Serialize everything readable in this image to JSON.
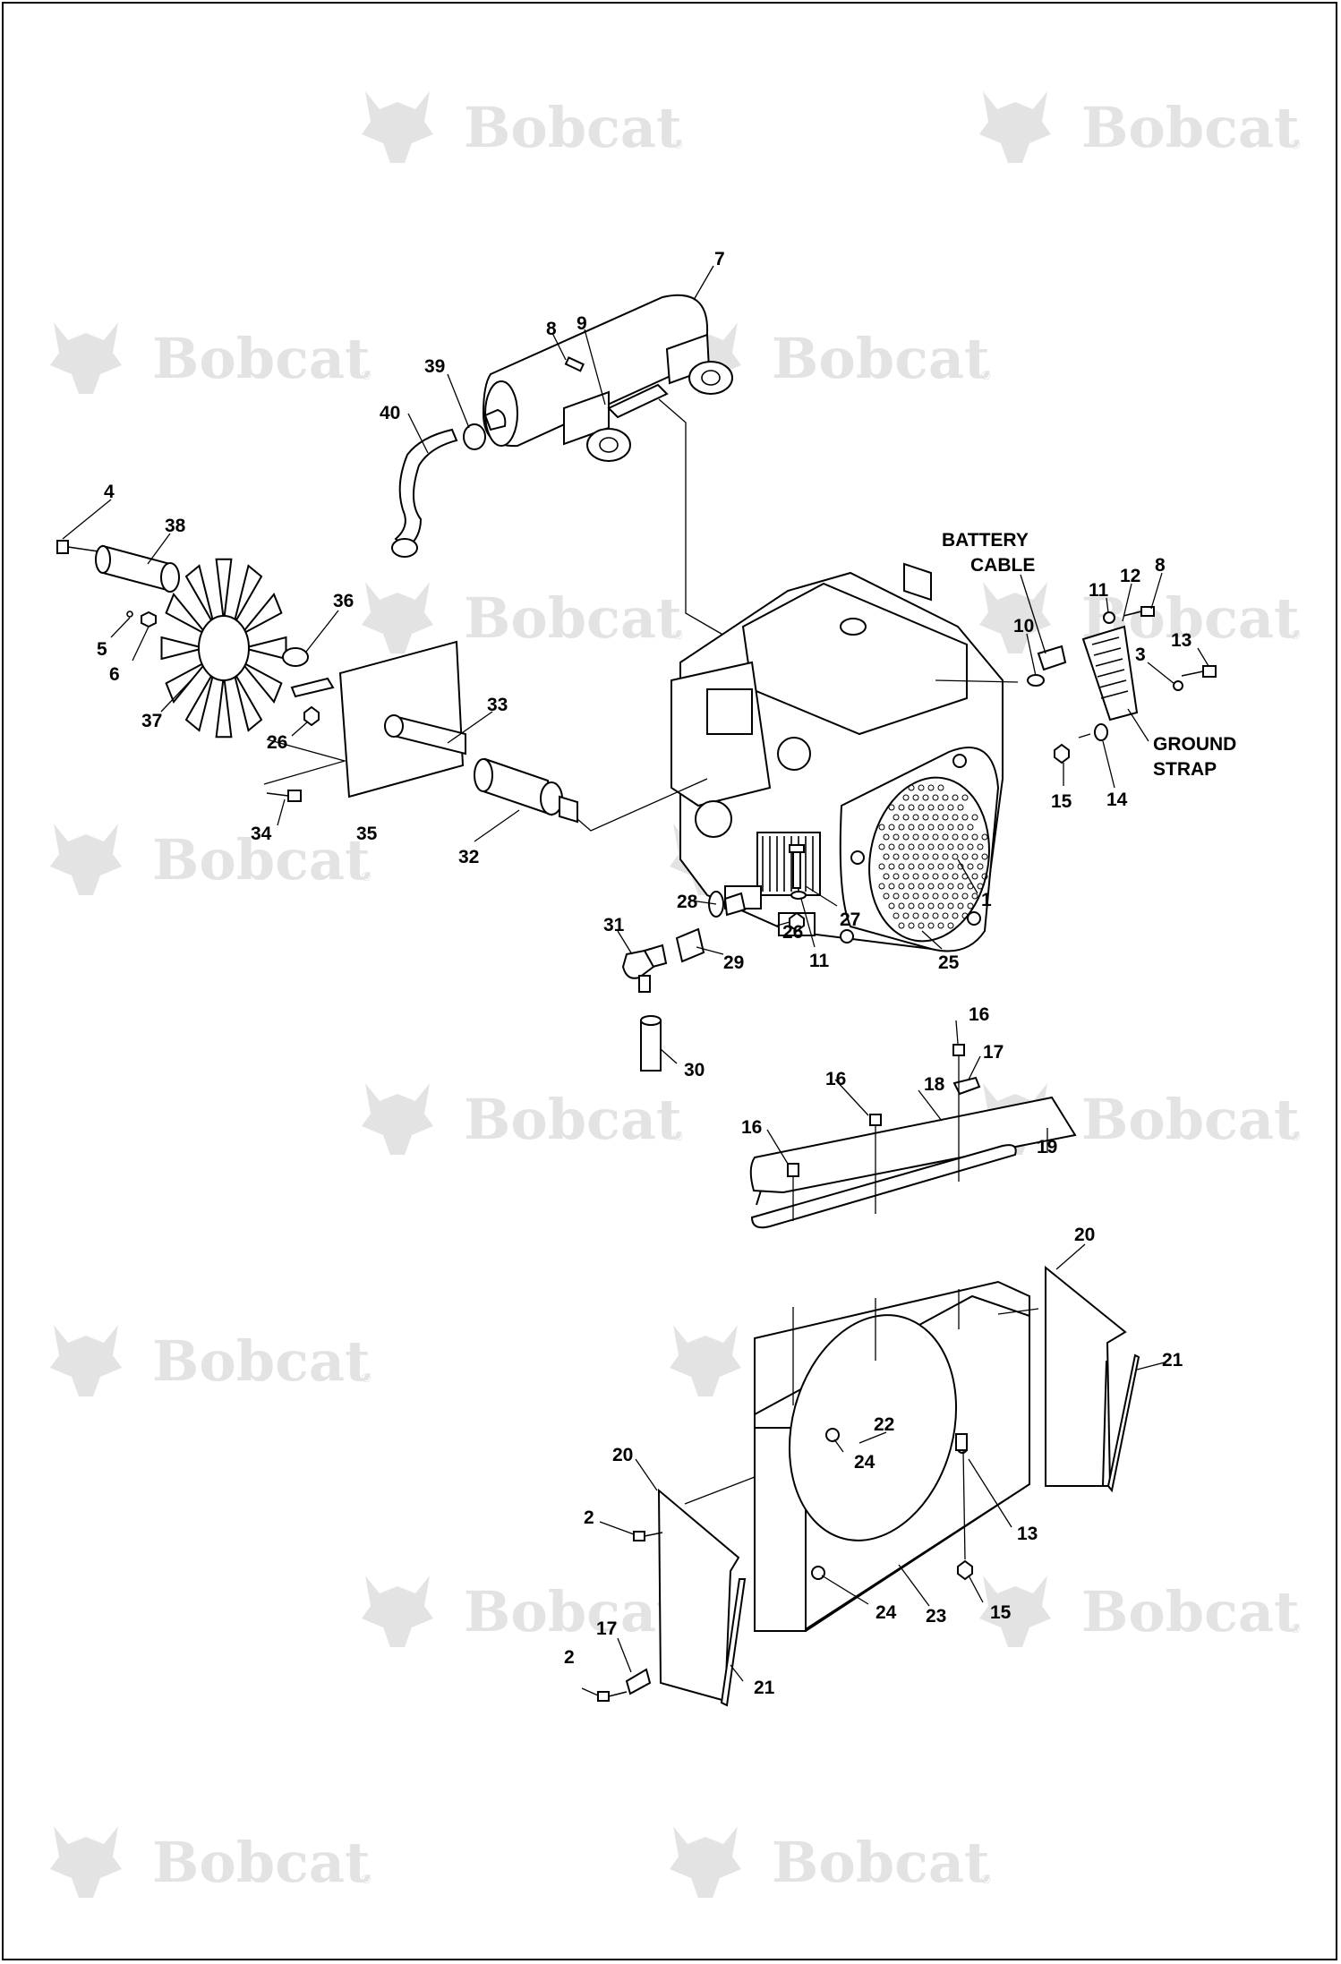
{
  "watermark": {
    "brand": "Bobcat",
    "registered": "®"
  },
  "labels": {
    "battery_cable_line1": "BATTERY",
    "battery_cable_line2": "CABLE",
    "ground_strap_line1": "GROUND",
    "ground_strap_line2": "STRAP"
  },
  "callouts": [
    "7",
    "8",
    "9",
    "39",
    "40",
    "4",
    "38",
    "5",
    "6",
    "37",
    "36",
    "26",
    "33",
    "34",
    "35",
    "32",
    "10",
    "11",
    "12",
    "8",
    "3",
    "13",
    "15",
    "14",
    "28",
    "31",
    "26",
    "11",
    "27",
    "25",
    "1",
    "29",
    "30",
    "16",
    "17",
    "16",
    "18",
    "16",
    "19",
    "20",
    "21",
    "22",
    "24",
    "20",
    "2",
    "13",
    "24",
    "23",
    "15",
    "17",
    "2",
    "21"
  ]
}
